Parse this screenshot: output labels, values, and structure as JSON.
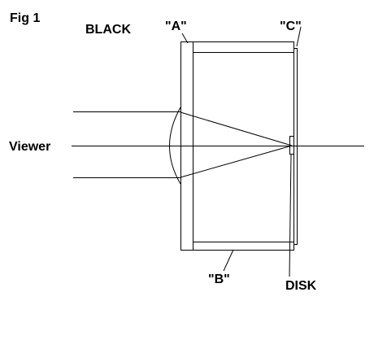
{
  "figure": {
    "title": "Fig 1",
    "labels": {
      "black": "BLACK",
      "a": "\"A\"",
      "b": "\"B\"",
      "c": "\"C\"",
      "viewer": "Viewer",
      "disk": "DISK"
    }
  },
  "colors": {
    "ink": "#000000",
    "background": "#ffffff"
  }
}
